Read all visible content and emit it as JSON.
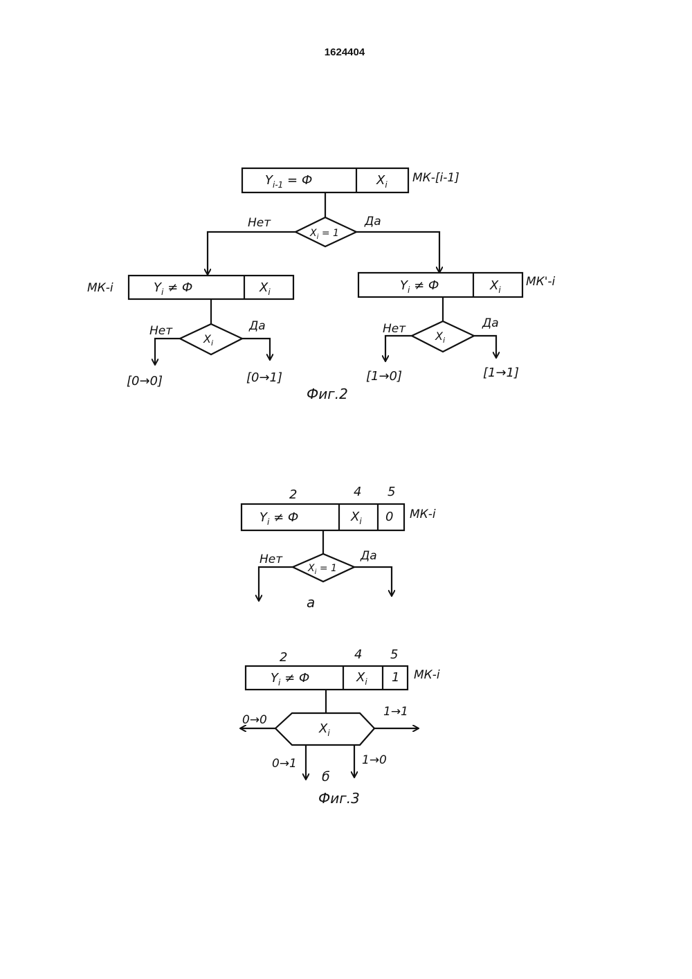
{
  "document": {
    "number": "1624404"
  },
  "fig2": {
    "caption": "Фиг.2",
    "top_block": {
      "cond": "Y",
      "cond_sub": "i-1",
      "cond_rest": " = Ф",
      "var": "X",
      "var_sub": "i",
      "label": "МК-[i-1]"
    },
    "decision": {
      "text": "X",
      "sub": "i",
      "rest": " = 1",
      "no": "Нет",
      "yes": "Да"
    },
    "left_block": {
      "label": "МК-i",
      "cond": "Y",
      "cond_sub": "i",
      "cond_rest": " ≠ Ф",
      "var": "X",
      "var_sub": "i"
    },
    "right_block": {
      "label": "МК'-i",
      "cond": "Y",
      "cond_sub": "i",
      "cond_rest": " ≠ Ф",
      "var": "X",
      "var_sub": "i"
    },
    "left_decision": {
      "text": "X",
      "sub": "i",
      "no": "Нет",
      "yes": "Да"
    },
    "right_decision": {
      "text": "X",
      "sub": "i",
      "no": "Нет",
      "yes": "Да"
    },
    "outcomes": [
      "[0→0]",
      "[0→1]",
      "[1→0]",
      "[1→1]"
    ]
  },
  "fig3": {
    "caption": "Фиг.3",
    "a": {
      "numbers": [
        "2",
        "4",
        "5"
      ],
      "cond": "Y",
      "cond_sub": "i",
      "cond_rest": " ≠ Ф",
      "var": "X",
      "var_sub": "i",
      "flag": "0",
      "label": "МК-i",
      "decision": {
        "text": "X",
        "sub": "i",
        "rest": " = 1",
        "no": "Нет",
        "yes": "Да"
      },
      "caption": "а"
    },
    "b": {
      "numbers": [
        "2",
        "4",
        "5"
      ],
      "cond": "Y",
      "cond_sub": "i",
      "cond_rest": " ≠ Ф",
      "var": "X",
      "var_sub": "i",
      "flag": "1",
      "label": "МК-i",
      "hex": {
        "text": "X",
        "sub": "i"
      },
      "outcomes": [
        "0→0",
        "1→1",
        "0→1",
        "1→0"
      ],
      "caption": "б"
    }
  }
}
